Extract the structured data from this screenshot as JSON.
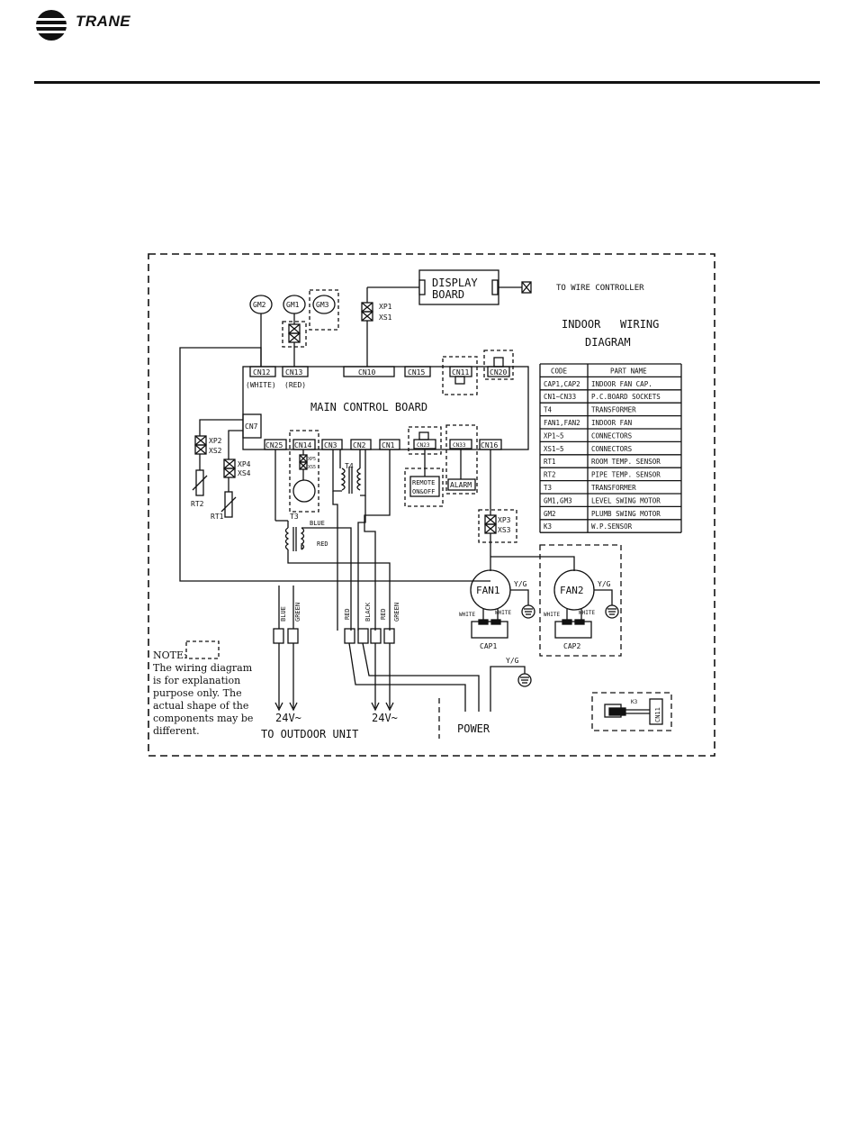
{
  "header": {
    "brand": "TRANE"
  },
  "diagram": {
    "title_line1": "INDOOR   WIRING",
    "title_line2": "DIAGRAM",
    "display_board_line1": "DISPLAY",
    "display_board_line2": "BOARD",
    "to_wire_controller": "TO WIRE CONTROLLER",
    "main_board": "MAIN CONTROL BOARD",
    "connectors_top": [
      "CN12",
      "CN13",
      "CN10",
      "CN15",
      "CN11",
      "CN20"
    ],
    "connectors_bottom": [
      "CN25",
      "CN14",
      "CN3",
      "CN2",
      "CN1",
      "CN23",
      "CN33",
      "CN16"
    ],
    "cn7": "CN7",
    "white_label": "(WHITE)",
    "red_label": "(RED)",
    "motors": [
      "GM2",
      "GM1",
      "GM3"
    ],
    "xp1": "XP1",
    "xs1": "XS1",
    "xp2": "XP2",
    "xs2": "XS2",
    "xp4": "XP4",
    "xs4": "XS4",
    "xp3": "XP3",
    "xs3": "XS3",
    "xp5": "XP5",
    "xs5": "XS5",
    "rt1": "RT1",
    "rt2": "RT2",
    "t3": "T3",
    "t4": "T4",
    "blue": "BLUE",
    "red": "RED",
    "remote_line1": "REMOTE",
    "remote_line2": "ON&OFF",
    "alarm": "ALARM",
    "fan1": "FAN1",
    "fan2": "FAN2",
    "yg": "Y/G",
    "white": "WHITE",
    "cap1": "CAP1",
    "cap2": "CAP2",
    "k3": "K3",
    "cn11_vertical": "CN11",
    "wire_blue": "BLUE",
    "wire_green": "GREEN",
    "wire_red": "RED",
    "wire_black": "BLACK",
    "v24": "24V~",
    "to_outdoor": "TO OUTDOOR UNIT",
    "power": "POWER",
    "note_lines": [
      "NOTE:",
      "The wiring diagram",
      "is for explanation",
      "purpose only. The",
      "actual shape of the",
      "components may be",
      "different."
    ]
  },
  "parts_table": {
    "headers": [
      "CODE",
      "PART NAME"
    ],
    "rows": [
      [
        "CAP1,CAP2",
        "INDOOR FAN CAP."
      ],
      [
        "CN1~CN33",
        "P.C.BOARD SOCKETS"
      ],
      [
        "T4",
        "TRANSFORMER"
      ],
      [
        "FAN1,FAN2",
        "INDOOR FAN"
      ],
      [
        "XP1~5",
        "CONNECTORS"
      ],
      [
        "XS1~5",
        "CONNECTORS"
      ],
      [
        "RT1",
        "ROOM TEMP. SENSOR"
      ],
      [
        "RT2",
        "PIPE TEMP. SENSOR"
      ],
      [
        "T3",
        "TRANSFORMER"
      ],
      [
        "GM1,GM3",
        "LEVEL SWING MOTOR"
      ],
      [
        "GM2",
        "PLUMB SWING MOTOR"
      ],
      [
        "K3",
        "W.P.SENSOR"
      ]
    ]
  }
}
